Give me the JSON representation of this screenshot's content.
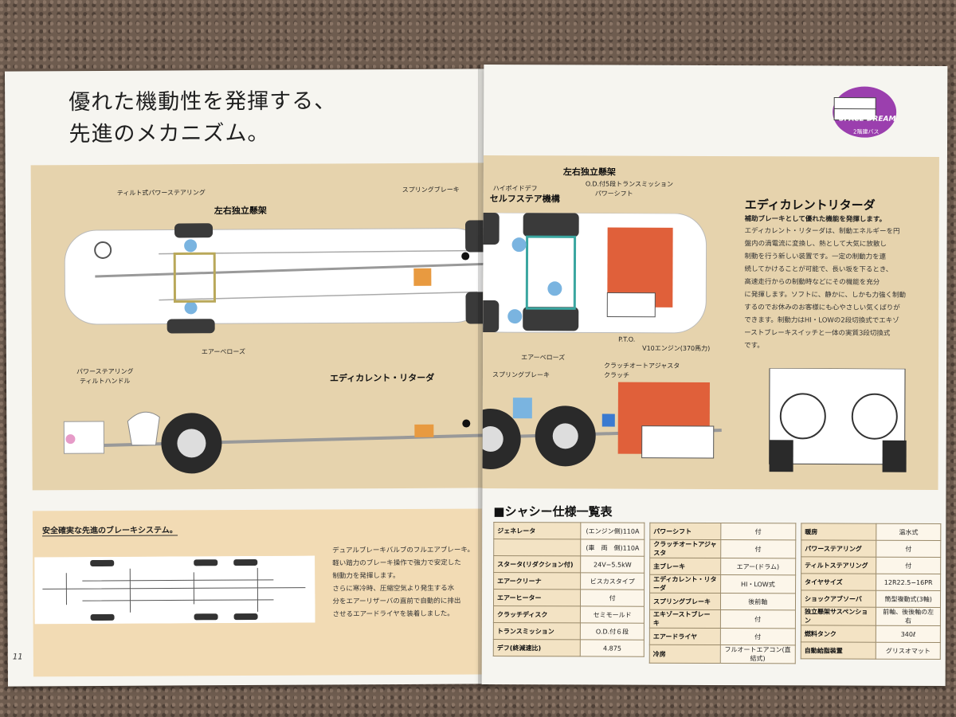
{
  "headline": {
    "line1": "優れた機動性を発揮する、",
    "line2": "先進のメカニズム。"
  },
  "badge": {
    "text": "SPACE DREAM",
    "sub": "2階建バス"
  },
  "labels": {
    "tilt_power_steering": "ティルト式パワーステアリング",
    "independent_suspension_l": "左右独立懸架",
    "independent_suspension_r": "左右独立懸架",
    "spring_brake_top": "スプリングブレーキ",
    "hypoid_diff": "ハイポイドデフ",
    "self_steer": "セルフステア機構",
    "od_transmission": "O.D.付5段トランスミッション",
    "power_shift": "パワーシフト",
    "air_bellows_l": "エアーベローズ",
    "air_bellows_r": "エアーベローズ",
    "pto": "P.T.O.",
    "v10_engine": "V10エンジン(370馬力)",
    "power_steering": "パワーステアリング",
    "tilt_handle": "ティルトハンドル",
    "equivalent_retarder": "エディカレント・リターダ",
    "spring_brake_bottom": "スプリングブレーキ",
    "clutch_auto_adjuster": "クラッチオートアジャスタ",
    "clutch": "クラッチ"
  },
  "retarder": {
    "title": "エディカレントリターダ",
    "subtitle": "補助ブレーキとして優れた機能を発揮します。",
    "lines": [
      "エディカレント・リターダは、制動エネルギーを円",
      "盤内の渦電流に変換し、熱として大気に放散し",
      "制動を行う新しい装置です。一定の制動力を連",
      "続してかけることが可能で、長い坂を下るとき、",
      "高速走行からの制動時などにその機能を充分",
      "に発揮します。ソフトに、静かに、しかも力強く制動",
      "するのでお休みのお客様にも心やさしい気くばりが",
      "できます。制動力はHI・LOWの2段切換式でエキゾ",
      "ーストブレーキスイッチと一体の実質3段切換式",
      "です。"
    ]
  },
  "brake": {
    "title": "安全確実な先進のブレーキシステム。",
    "lines": [
      "デュアルブレーキバルブのフルエアブレーキ。",
      "軽い踏力のブレーキ操作で強力で安定した",
      "制動力を発揮します。",
      "さらに寒冷時、圧縮空気より発生する水",
      "分をエアーリザーバの直前で自動的に排出",
      "させるエアードライヤを装着しました。"
    ]
  },
  "spec": {
    "title": "■シャシー仕様一覧表",
    "col1": [
      {
        "k": "ジェネレータ",
        "v": "(エンジン側)110A"
      },
      {
        "k": "",
        "v": "(車　両　側)110A"
      },
      {
        "k": "スタータ(リダクション付)",
        "v": "24V−5.5kW"
      },
      {
        "k": "エアークリーナ",
        "v": "ビスカスタイプ"
      },
      {
        "k": "エアーヒーター",
        "v": "付"
      },
      {
        "k": "クラッチディスク",
        "v": "セミモールド"
      },
      {
        "k": "トランスミッション",
        "v": "O.D.付６段"
      },
      {
        "k": "デフ(終減速比)",
        "v": "4.875"
      }
    ],
    "col2": [
      {
        "k": "パワーシフト",
        "v": "付"
      },
      {
        "k": "クラッチオートアジャスタ",
        "v": "付"
      },
      {
        "k": "主ブレーキ",
        "v": "エアー(ドラム)"
      },
      {
        "k": "エディカレント・リターダ",
        "v": "HI・LOW式"
      },
      {
        "k": "スプリングブレーキ",
        "v": "後前軸"
      },
      {
        "k": "エキゾーストブレーキ",
        "v": "付"
      },
      {
        "k": "エアードライヤ",
        "v": "付"
      },
      {
        "k": "冷房",
        "v": "フルオートエアコン(直結式)"
      }
    ],
    "col3": [
      {
        "k": "暖房",
        "v": "温水式"
      },
      {
        "k": "パワーステアリング",
        "v": "付"
      },
      {
        "k": "ティルトステアリング",
        "v": "付"
      },
      {
        "k": "タイヤサイズ",
        "v": "12R22.5−16PR"
      },
      {
        "k": "ショックアブソーバ",
        "v": "筒型複動式(3軸)"
      },
      {
        "k": "独立懸架サスペンション",
        "v": "前軸、後後軸の左右"
      },
      {
        "k": "燃料タンク",
        "v": "340ℓ"
      },
      {
        "k": "自動給脂装置",
        "v": "グリスオマット"
      }
    ]
  },
  "page_number": "11",
  "colors": {
    "band": "#e6d3ad",
    "engine": "#e0603a",
    "panel": "#f2dbb4"
  }
}
